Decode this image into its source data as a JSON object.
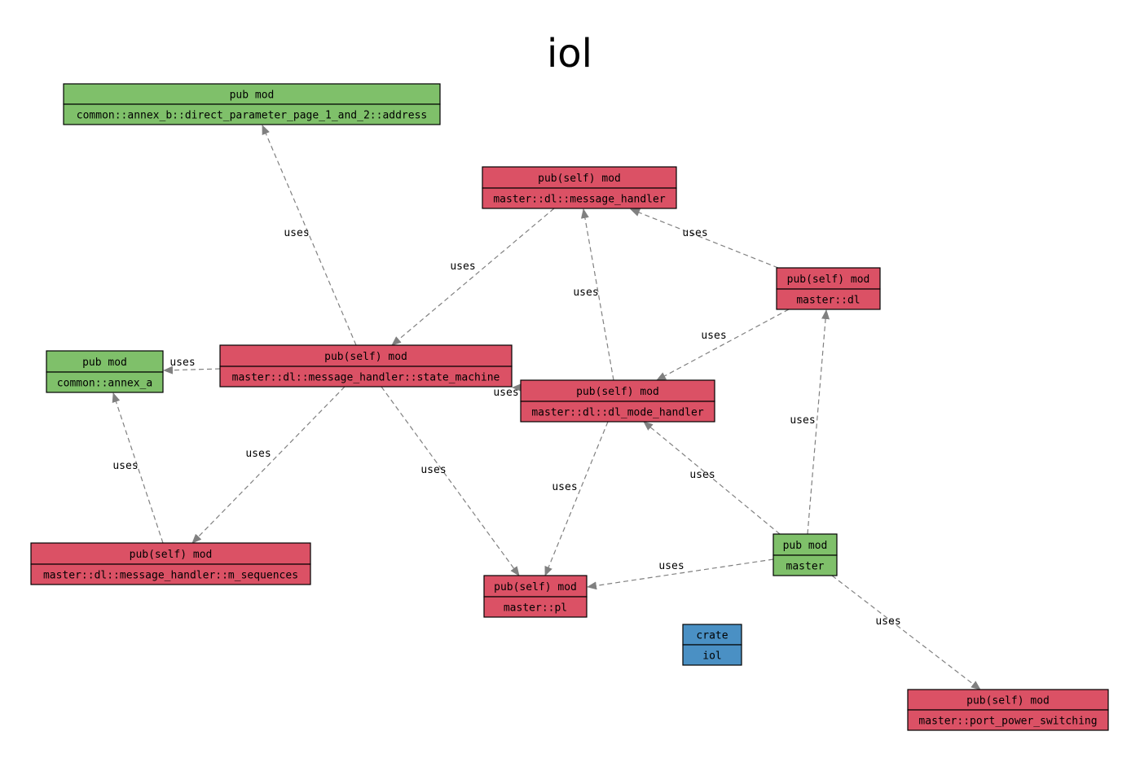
{
  "title": "iol",
  "colors": {
    "pub": "#7fc06a",
    "private": "#db5165",
    "crate": "#4a90c4",
    "edge": "#808080"
  },
  "nodes": {
    "addr": {
      "kind": "pub mod",
      "path": "common::annex_b::direct_parameter_page_1_and_2::address",
      "visibility": "pub"
    },
    "msg_handler": {
      "kind": "pub(self) mod",
      "path": "master::dl::message_handler",
      "visibility": "private"
    },
    "dl": {
      "kind": "pub(self) mod",
      "path": "master::dl",
      "visibility": "private"
    },
    "annex_a": {
      "kind": "pub mod",
      "path": "common::annex_a",
      "visibility": "pub"
    },
    "state_machine": {
      "kind": "pub(self) mod",
      "path": "master::dl::message_handler::state_machine",
      "visibility": "private"
    },
    "dl_mode": {
      "kind": "pub(self) mod",
      "path": "master::dl::dl_mode_handler",
      "visibility": "private"
    },
    "m_seq": {
      "kind": "pub(self) mod",
      "path": "master::dl::message_handler::m_sequences",
      "visibility": "private"
    },
    "pl": {
      "kind": "pub(self) mod",
      "path": "master::pl",
      "visibility": "private"
    },
    "master": {
      "kind": "pub mod",
      "path": "master",
      "visibility": "pub"
    },
    "crate": {
      "kind": "crate",
      "path": "iol",
      "visibility": "crate"
    },
    "pps": {
      "kind": "pub(self) mod",
      "path": "master::port_power_switching",
      "visibility": "private"
    }
  },
  "edges": [
    {
      "from": "state_machine",
      "to": "addr",
      "label": "uses"
    },
    {
      "from": "msg_handler",
      "to": "state_machine",
      "label": "uses"
    },
    {
      "from": "dl",
      "to": "msg_handler",
      "label": "uses"
    },
    {
      "from": "dl_mode",
      "to": "msg_handler",
      "label": "uses"
    },
    {
      "from": "dl",
      "to": "dl_mode",
      "label": "uses"
    },
    {
      "from": "state_machine",
      "to": "annex_a",
      "label": "uses"
    },
    {
      "from": "dl_mode",
      "to": "state_machine",
      "label": "uses"
    },
    {
      "from": "master",
      "to": "dl",
      "label": "uses"
    },
    {
      "from": "m_seq",
      "to": "annex_a",
      "label": "uses"
    },
    {
      "from": "state_machine",
      "to": "m_seq",
      "label": "uses"
    },
    {
      "from": "state_machine",
      "to": "pl",
      "label": "uses"
    },
    {
      "from": "dl_mode",
      "to": "pl",
      "label": "uses"
    },
    {
      "from": "master",
      "to": "dl_mode",
      "label": "uses"
    },
    {
      "from": "master",
      "to": "pl",
      "label": "uses"
    },
    {
      "from": "master",
      "to": "pps",
      "label": "uses"
    }
  ]
}
